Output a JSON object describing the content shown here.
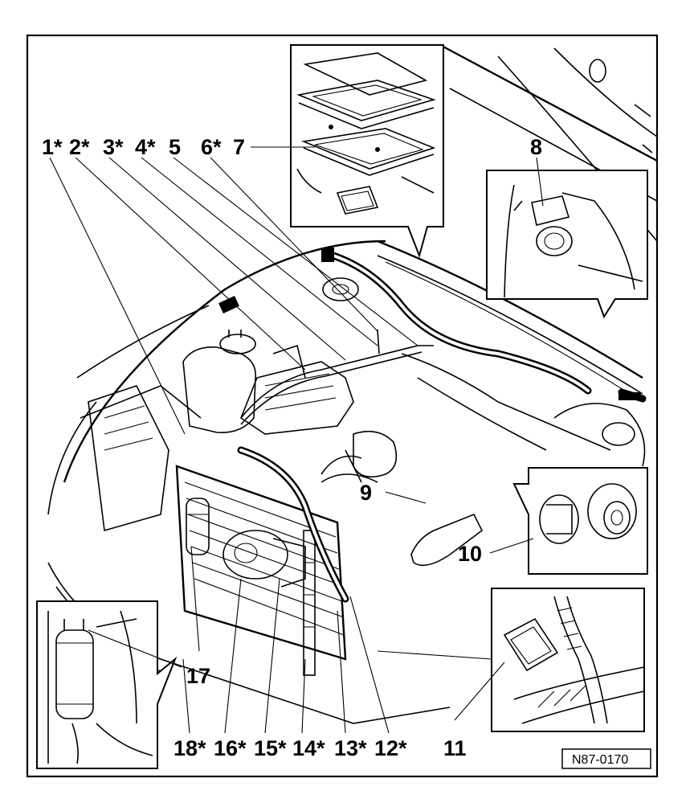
{
  "diagram": {
    "labels_top": [
      "1*",
      "2*",
      "3*",
      "4*",
      "5",
      "6*",
      "7",
      "8"
    ],
    "labels_mid": [
      "9",
      "10"
    ],
    "labels_bottom": [
      "17",
      "18*",
      "16*",
      "15*",
      "14*",
      "13*",
      "12*",
      "11"
    ],
    "reference_code": "N87-0170"
  }
}
